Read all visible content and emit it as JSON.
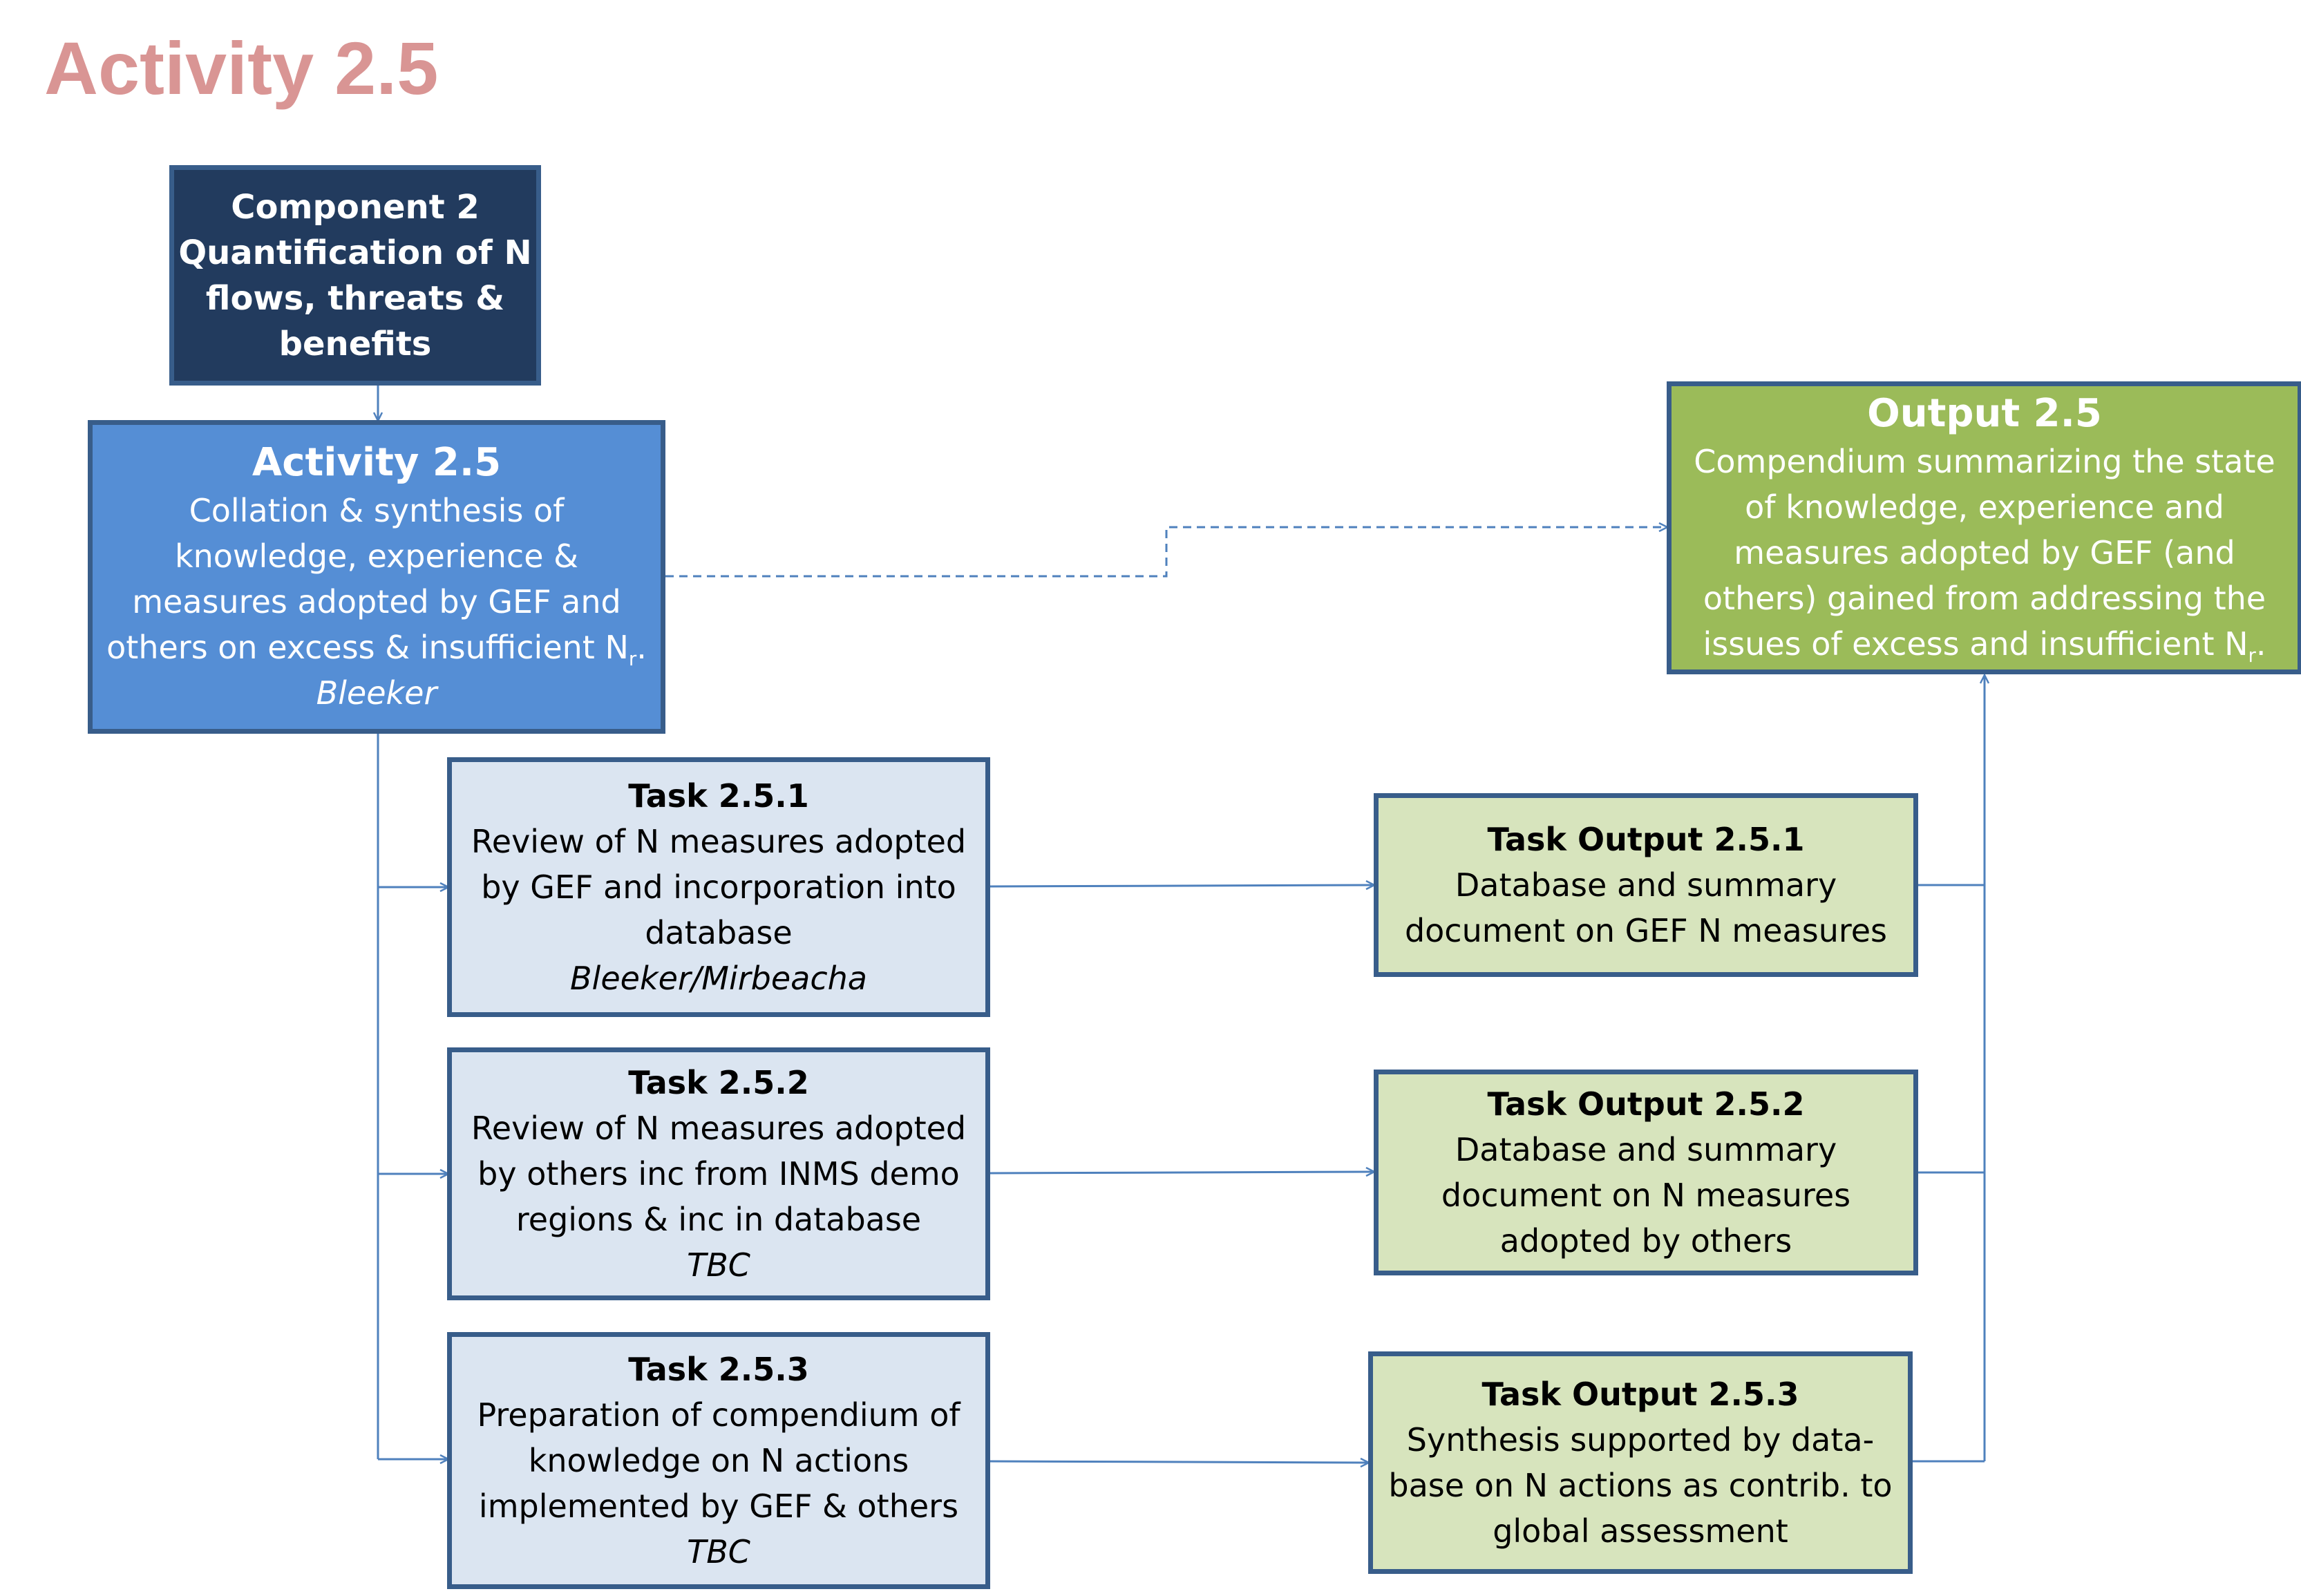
{
  "page": {
    "title": "Activity 2.5"
  },
  "component": {
    "line1": "Component 2",
    "line2": "Quantification of N",
    "line3": "flows, threats &",
    "line4": "benefits"
  },
  "activity": {
    "title": "Activity 2.5",
    "line1": "Collation & synthesis of",
    "line2": "knowledge, experience &",
    "line3": "measures adopted by GEF and",
    "line4": "others on excess & insufficient N",
    "line4_sub": "r",
    "line4_end": ".",
    "who": "Bleeker"
  },
  "output": {
    "title": "Output 2.5",
    "line1": "Compendium summarizing the state",
    "line2": "of knowledge, experience and",
    "line3": "measures adopted by GEF (and",
    "line4": "others) gained from addressing the",
    "line5": "issues of excess and insufficient N",
    "line5_sub": "r",
    "line5_end": "."
  },
  "tasks": [
    {
      "title": "Task 2.5.1",
      "line1": "Review of N measures adopted",
      "line2": "by GEF and incorporation into",
      "line3": "database",
      "who": "Bleeker/Mirbeacha"
    },
    {
      "title": "Task 2.5.2",
      "line1": "Review of N measures adopted",
      "line2": "by others inc from INMS demo",
      "line3": "regions & inc in database",
      "who": "TBC"
    },
    {
      "title": "Task 2.5.3",
      "line1": "Preparation of compendium of",
      "line2": "knowledge on N actions",
      "line3": "implemented by GEF & others",
      "who": "TBC"
    }
  ],
  "task_outputs": [
    {
      "title": "Task Output 2.5.1",
      "line1": "Database and summary",
      "line2": "document on GEF N measures",
      "line3": ""
    },
    {
      "title": "Task Output 2.5.2",
      "line1": "Database and summary",
      "line2": "document on N measures",
      "line3": "adopted by others"
    },
    {
      "title": "Task Output 2.5.3",
      "line1": "Synthesis supported by data-",
      "line2": "base on N actions as contrib. to",
      "line3": "global assessment"
    }
  ],
  "colors": {
    "title": "#d99594",
    "component_fill": "#223b5e",
    "activity_fill": "#558ed5",
    "output_fill": "#9bbb59",
    "task_fill": "#dbe5f1",
    "task_output_fill": "#d7e4bd",
    "border": "#385d8a",
    "connector": "#4f81bd"
  }
}
